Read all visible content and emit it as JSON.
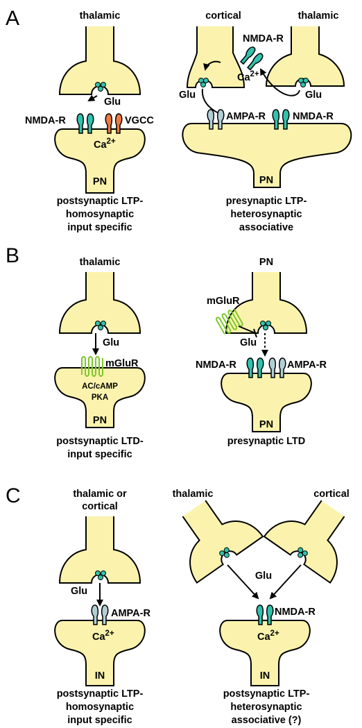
{
  "panels": {
    "a": {
      "letter": "A",
      "left": {
        "source": "thalamic",
        "glu": "Glu",
        "nmda": "NMDA-R",
        "vgcc": "VGCC",
        "ca": "Ca",
        "ca_sup": "2+",
        "cell": "PN",
        "caption": [
          "postsynaptic LTP-",
          "homosynaptic",
          "input specific"
        ]
      },
      "right": {
        "source1": "cortical",
        "source2": "thalamic",
        "nmda_top": "NMDA-R",
        "ca": "Ca",
        "ca_sup": "2+",
        "glu_left": "Glu",
        "glu_right": "Glu",
        "ampa": "AMPA-R",
        "nmda": "NMDA-R",
        "cell": "PN",
        "caption": [
          "presynaptic LTP-",
          "heterosynaptic",
          "associative"
        ]
      }
    },
    "b": {
      "letter": "B",
      "left": {
        "source": "thalamic",
        "glu": "Glu",
        "mglur": "mGluR",
        "pathway1": "AC/cAMP",
        "pathway2": "PKA",
        "cell": "PN",
        "caption": [
          "postsynaptic LTD-",
          "input specific"
        ]
      },
      "right": {
        "source": "PN",
        "mglur": "mGluR",
        "glu": "Glu",
        "nmda": "NMDA-R",
        "ampa": "AMPA-R",
        "cell": "PN",
        "caption": [
          "presynaptic LTD"
        ]
      }
    },
    "c": {
      "letter": "C",
      "left": {
        "source": [
          "thalamic or",
          "cortical"
        ],
        "glu": "Glu",
        "ampa": "AMPA-R",
        "ca": "Ca",
        "ca_sup": "2+",
        "cell": "IN",
        "caption": [
          "postsynaptic LTP-",
          "homosynaptic",
          "input specific"
        ]
      },
      "right": {
        "source1": "thalamic",
        "source2": "cortical",
        "glu": "Glu",
        "nmda": "NMDA-R",
        "ca": "Ca",
        "ca_sup": "2+",
        "cell": "IN",
        "caption": [
          "postsynaptic LTP-",
          "heterosynaptic",
          "associative (?)"
        ]
      }
    }
  },
  "colors": {
    "terminal_fill": "#fbf3ad",
    "nmda": "#2fc3ad",
    "ampa": "#b2cfd6",
    "vgcc": "#ef7a3d",
    "mglur": "#7cc72a",
    "vesicle": "#2fc3ad"
  }
}
